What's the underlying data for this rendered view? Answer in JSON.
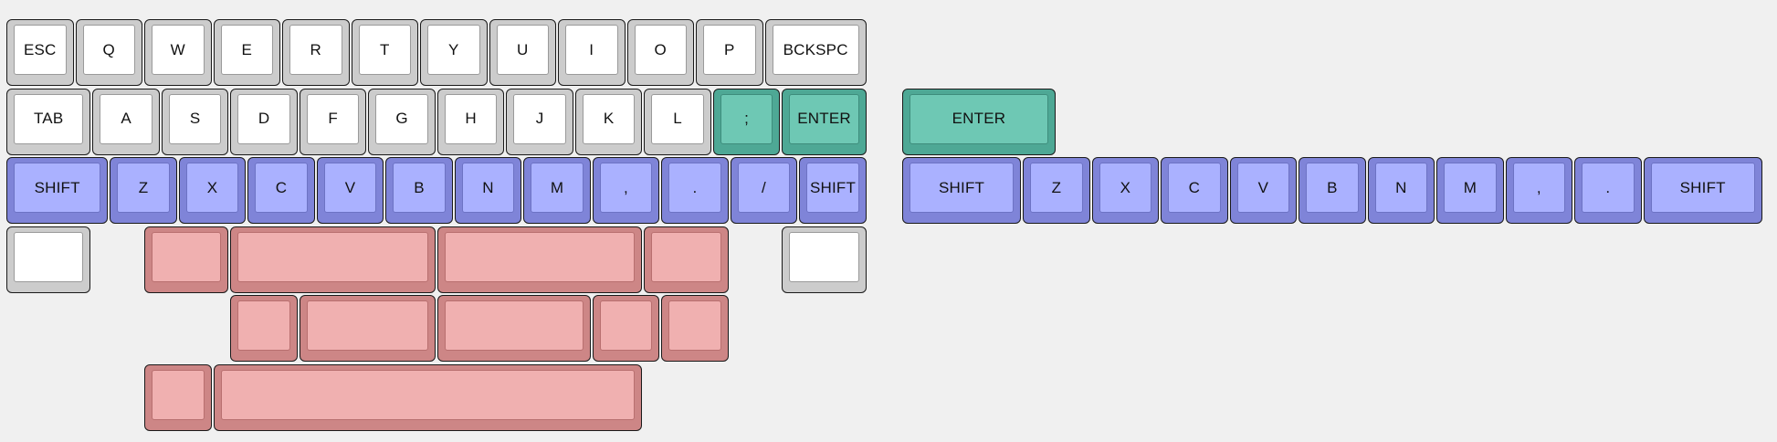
{
  "colors": {
    "background": "#f0f0f0",
    "grey": "#cccccc",
    "teal": "#6ec8b4",
    "blue": "#aab1ff",
    "pink": "#f0b0b0"
  },
  "main_keyboard": {
    "row1": [
      "ESC",
      "Q",
      "W",
      "E",
      "R",
      "T",
      "Y",
      "U",
      "I",
      "O",
      "P",
      "BCKSPC"
    ],
    "row2": [
      "TAB",
      "A",
      "S",
      "D",
      "F",
      "G",
      "H",
      "J",
      "K",
      "L",
      ";",
      "ENTER"
    ],
    "row3": [
      "SHIFT",
      "Z",
      "X",
      "C",
      "V",
      "B",
      "N",
      "M",
      ",",
      ".",
      "/",
      "SHIFT"
    ],
    "bottom_rows": [
      "",
      "",
      "",
      "",
      "",
      "",
      "",
      "",
      "",
      "",
      "",
      "",
      "",
      "",
      ""
    ]
  },
  "alternate_keys": {
    "enter": "ENTER",
    "shift_row": [
      "SHIFT",
      "Z",
      "X",
      "C",
      "V",
      "B",
      "N",
      "M",
      ",",
      ".",
      "SHIFT"
    ]
  }
}
